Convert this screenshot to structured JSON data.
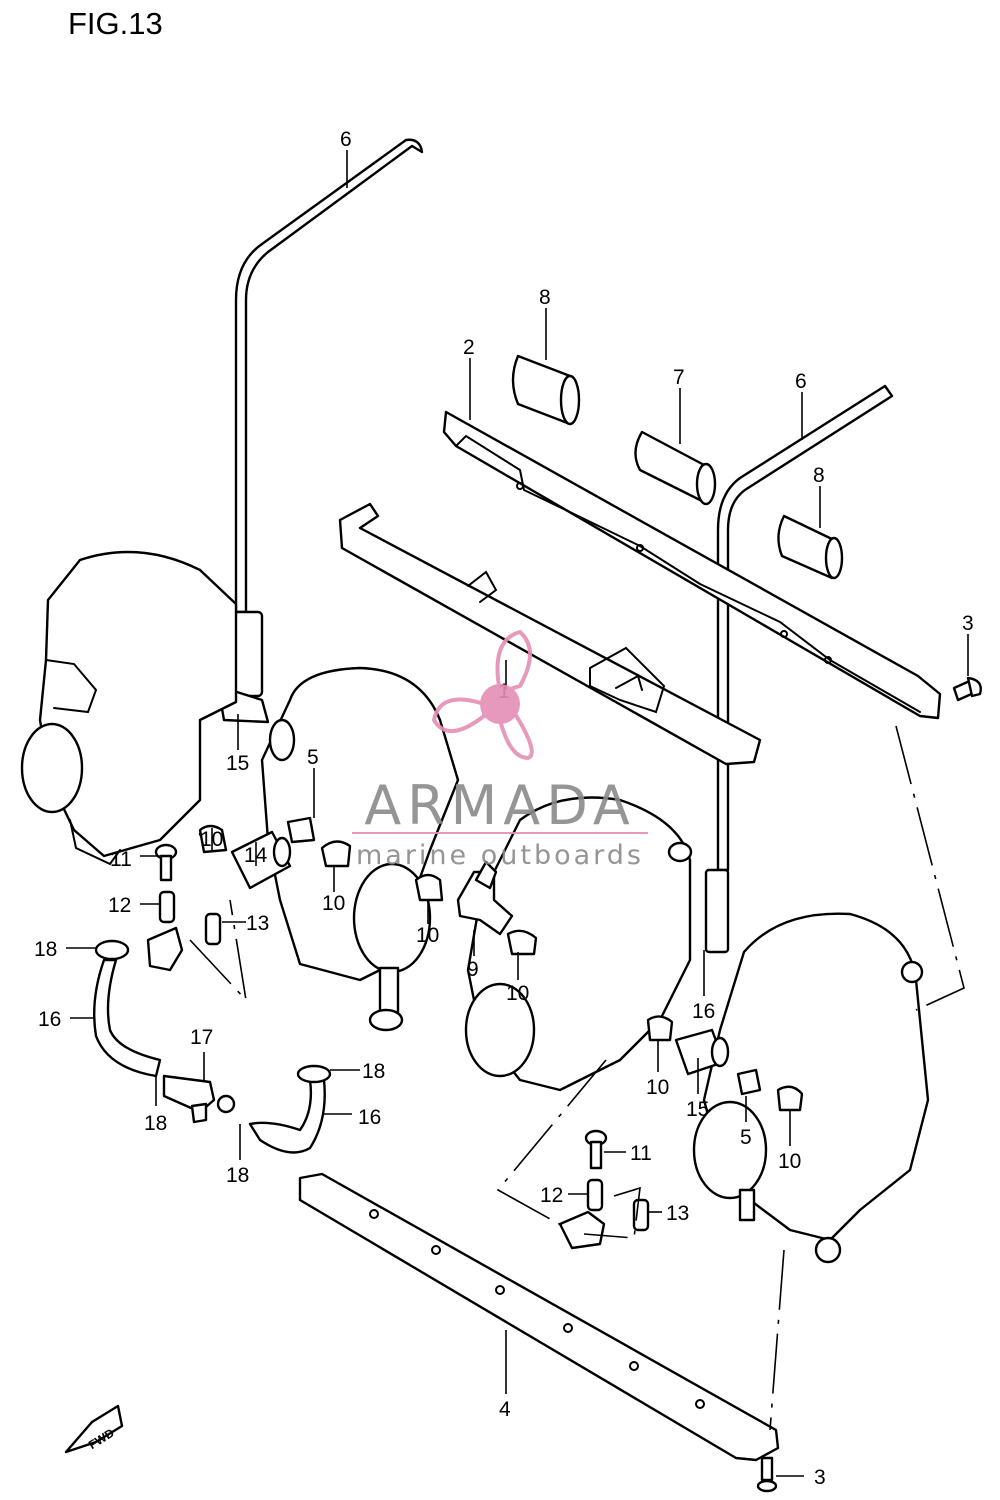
{
  "figure": {
    "title": "FIG.13"
  },
  "callouts": {
    "c1": "1",
    "c2": "2",
    "c3a": "3",
    "c3b": "3",
    "c4": "4",
    "c5a": "5",
    "c5b": "5",
    "c6a": "6",
    "c6b": "6",
    "c7": "7",
    "c8a": "8",
    "c8b": "8",
    "c9": "9",
    "c10a": "10",
    "c10b": "10",
    "c10c": "10",
    "c10d": "10",
    "c10e": "10",
    "c10f": "10",
    "c11a": "11",
    "c11b": "11",
    "c12a": "12",
    "c12b": "12",
    "c13a": "13",
    "c13b": "13",
    "c14": "14",
    "c15a": "15",
    "c15b": "15",
    "c16a": "16",
    "c16b": "16",
    "c16c": "16",
    "c17": "17",
    "c18a": "18",
    "c18b": "18",
    "c18c": "18",
    "c18d": "18"
  },
  "fwd_marker": {
    "label": "FWD"
  },
  "watermark": {
    "brand": "ARMADA",
    "tagline": "marine outboards",
    "colors": {
      "logo": "#e58fb4",
      "text": "#8a8a8a",
      "rule": "#e58fb4"
    }
  }
}
